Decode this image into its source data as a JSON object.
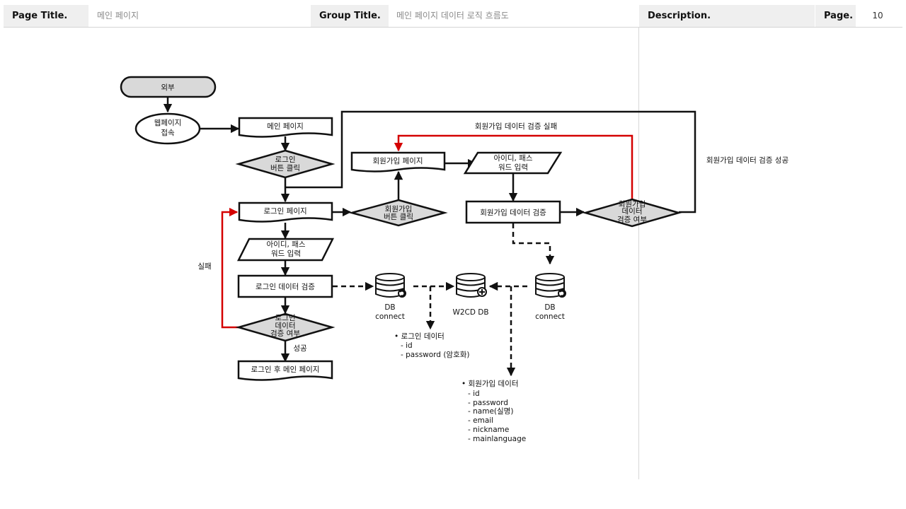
{
  "header": {
    "page_title_label": "Page Title.",
    "page_title_value": "메인 페이지",
    "group_title_label": "Group Title.",
    "group_title_value": "메인 페이지 데이터 로직 흐름도",
    "description_label": "Description.",
    "page_label": "Page.",
    "page_number": "10"
  },
  "flow": {
    "external": "외부",
    "web_access": [
      "웹페이지",
      "접속"
    ],
    "main_page": "메인 페이지",
    "login_btn": [
      "로그인",
      "버튼 클릭"
    ],
    "login_page": "로그인 페이지",
    "signup_btn": [
      "회원가입",
      "버튼 클릭"
    ],
    "login_input": [
      "아이디, 패스",
      "워드 입력"
    ],
    "login_verify": "로그인 데이터 검증",
    "login_check": [
      "로그인",
      "데이터",
      "검증 여부"
    ],
    "after_login": "로그인 후 메인 페이지",
    "signup_page": "회원가입 페이지",
    "signup_input": [
      "아이디, 패스",
      "워드 입력"
    ],
    "signup_verify": "회원가입 데이터 검증",
    "signup_check": [
      "회원가입",
      "데이터",
      "검증 여부"
    ],
    "fail_label": "실패",
    "success_label": "성공",
    "signup_fail_label": "회원가입 데이터 검증 실패",
    "signup_success_label": "회원가입 데이터 검증 성공",
    "db_connect_left": [
      "DB",
      "connect"
    ],
    "db_main": "W2CD DB",
    "db_connect_right": [
      "DB",
      "connect"
    ],
    "login_data_title": "• 로그인 데이터",
    "login_data_items": [
      "- id",
      "- password (암호화)"
    ],
    "signup_data_title": "• 회원가입 데이터",
    "signup_data_items": [
      "- id",
      "- password",
      "- name(실명)",
      "- email",
      "- nickname",
      "- mainlanguage"
    ]
  },
  "colors": {
    "accent_red": "#d40000",
    "node_gray": "#d9d9d9",
    "header_gray": "#efefef"
  }
}
